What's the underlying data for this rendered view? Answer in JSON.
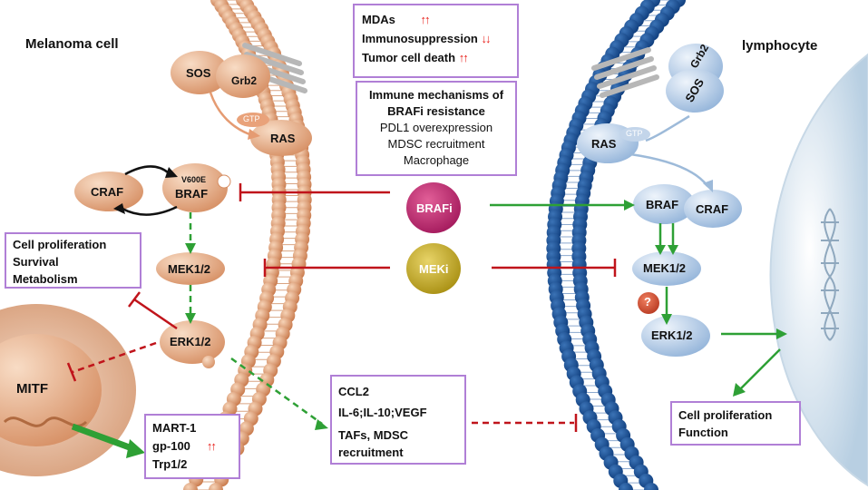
{
  "labels": {
    "melanoma_cell": "Melanoma cell",
    "lymphocyte": "lymphocyte",
    "sos": "SOS",
    "grb2": "Grb2",
    "gtp": "GTP",
    "ras": "RAS",
    "craf": "CRAF",
    "v600e": "V600E",
    "braf": "BRAF",
    "mek": "MEK1/2",
    "erk": "ERK1/2",
    "mitf": "MITF",
    "brafi": "BRAFi",
    "meki": "MEKi",
    "question": "?"
  },
  "effects_box": {
    "items": [
      {
        "label": "MDAs",
        "arrow": "↑↑"
      },
      {
        "label": "Immunosuppression",
        "arrow": "↓↓"
      },
      {
        "label": "Tumor cell death",
        "arrow": "↑↑"
      }
    ]
  },
  "resistance_box": {
    "title_line1": "Immune mechanisms of",
    "title_line2": "BRAFi resistance",
    "items": [
      "PDL1 overexpression",
      "MDSC recruitment",
      "Macrophage"
    ]
  },
  "melanoma_outcomes": [
    "Cell proliferation",
    "Survival",
    "Metabolism"
  ],
  "mart_box": {
    "items": [
      "MART-1",
      "gp-100",
      "Trp1/2"
    ],
    "arrow": "↑↑"
  },
  "cytokine_box": {
    "items": [
      "CCL2",
      "IL-6;IL-10;VEGF",
      "TAFs, MDSC",
      "recruitment"
    ]
  },
  "lymphocyte_outcomes": [
    "Cell proliferation",
    "Function"
  ],
  "colors": {
    "melanoma_membrane": "#e0a47c",
    "lymphocyte_membrane": "#1c5aa0",
    "activation_arrow": "#2ea035",
    "inhibition_line": "#c0141b",
    "box_border": "#b07fd6"
  }
}
